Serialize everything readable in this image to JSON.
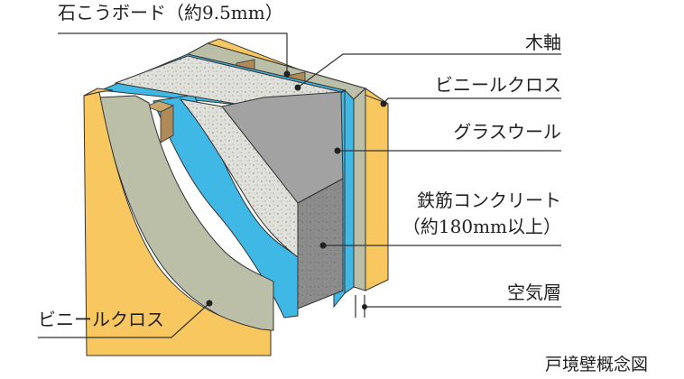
{
  "labels": {
    "gypsum_board": "石こうボード（約9.5mm）",
    "wood_frame": "木軸",
    "vinyl_cloth_right": "ビニールクロス",
    "glass_wool": "グラスウール",
    "concrete_line1": "鉄筋コンクリート",
    "concrete_line2": "（約180mm以上）",
    "air_layer": "空気層",
    "vinyl_cloth_left": "ビニールクロス"
  },
  "caption": "戸境壁概念図",
  "colors": {
    "vinyl_cloth": "#f8c75f",
    "gypsum_board": "#bbbfa8",
    "glass_wool": "#40b8e6",
    "concrete_top": "#e0e0da",
    "concrete_face": "#8c8c8c",
    "concrete_side": "#a2a2a2",
    "wood_frame": "#b08a56",
    "outline": "#333333"
  }
}
